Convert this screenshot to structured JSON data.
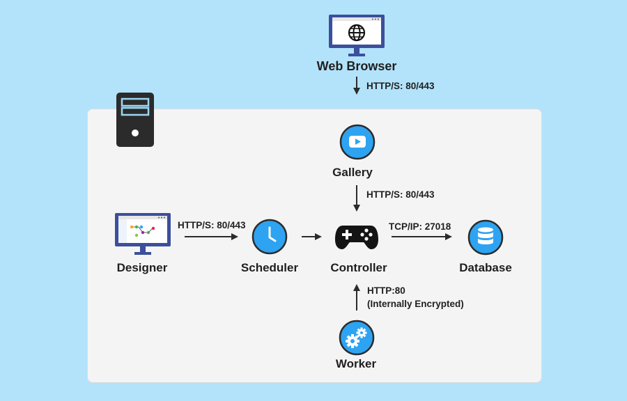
{
  "nodes": {
    "web_browser": "Web Browser",
    "gallery": "Gallery",
    "designer": "Designer",
    "scheduler": "Scheduler",
    "controller": "Controller",
    "database": "Database",
    "worker": "Worker"
  },
  "edges": {
    "browser_to_server": "HTTP/S: 80/443",
    "gallery_to_controller": "HTTP/S: 80/443",
    "designer_to_scheduler": "HTTP/S: 80/443",
    "controller_to_database": "TCP/IP: 27018",
    "worker_to_controller_line1": "HTTP:80",
    "worker_to_controller_line2": "(Internally Encrypted)"
  },
  "icons": {
    "server": "server-tower-icon",
    "browser": "monitor-globe-icon",
    "gallery": "play-button-icon",
    "designer": "monitor-workflow-icon",
    "scheduler": "clock-icon",
    "controller": "gamepad-icon",
    "database": "database-icon",
    "worker": "gears-icon"
  },
  "colors": {
    "background": "#b3e3fb",
    "accent_blue": "#2ea3f2",
    "dark": "#2b2b2b",
    "monitor_blue": "#3b4f9c"
  }
}
